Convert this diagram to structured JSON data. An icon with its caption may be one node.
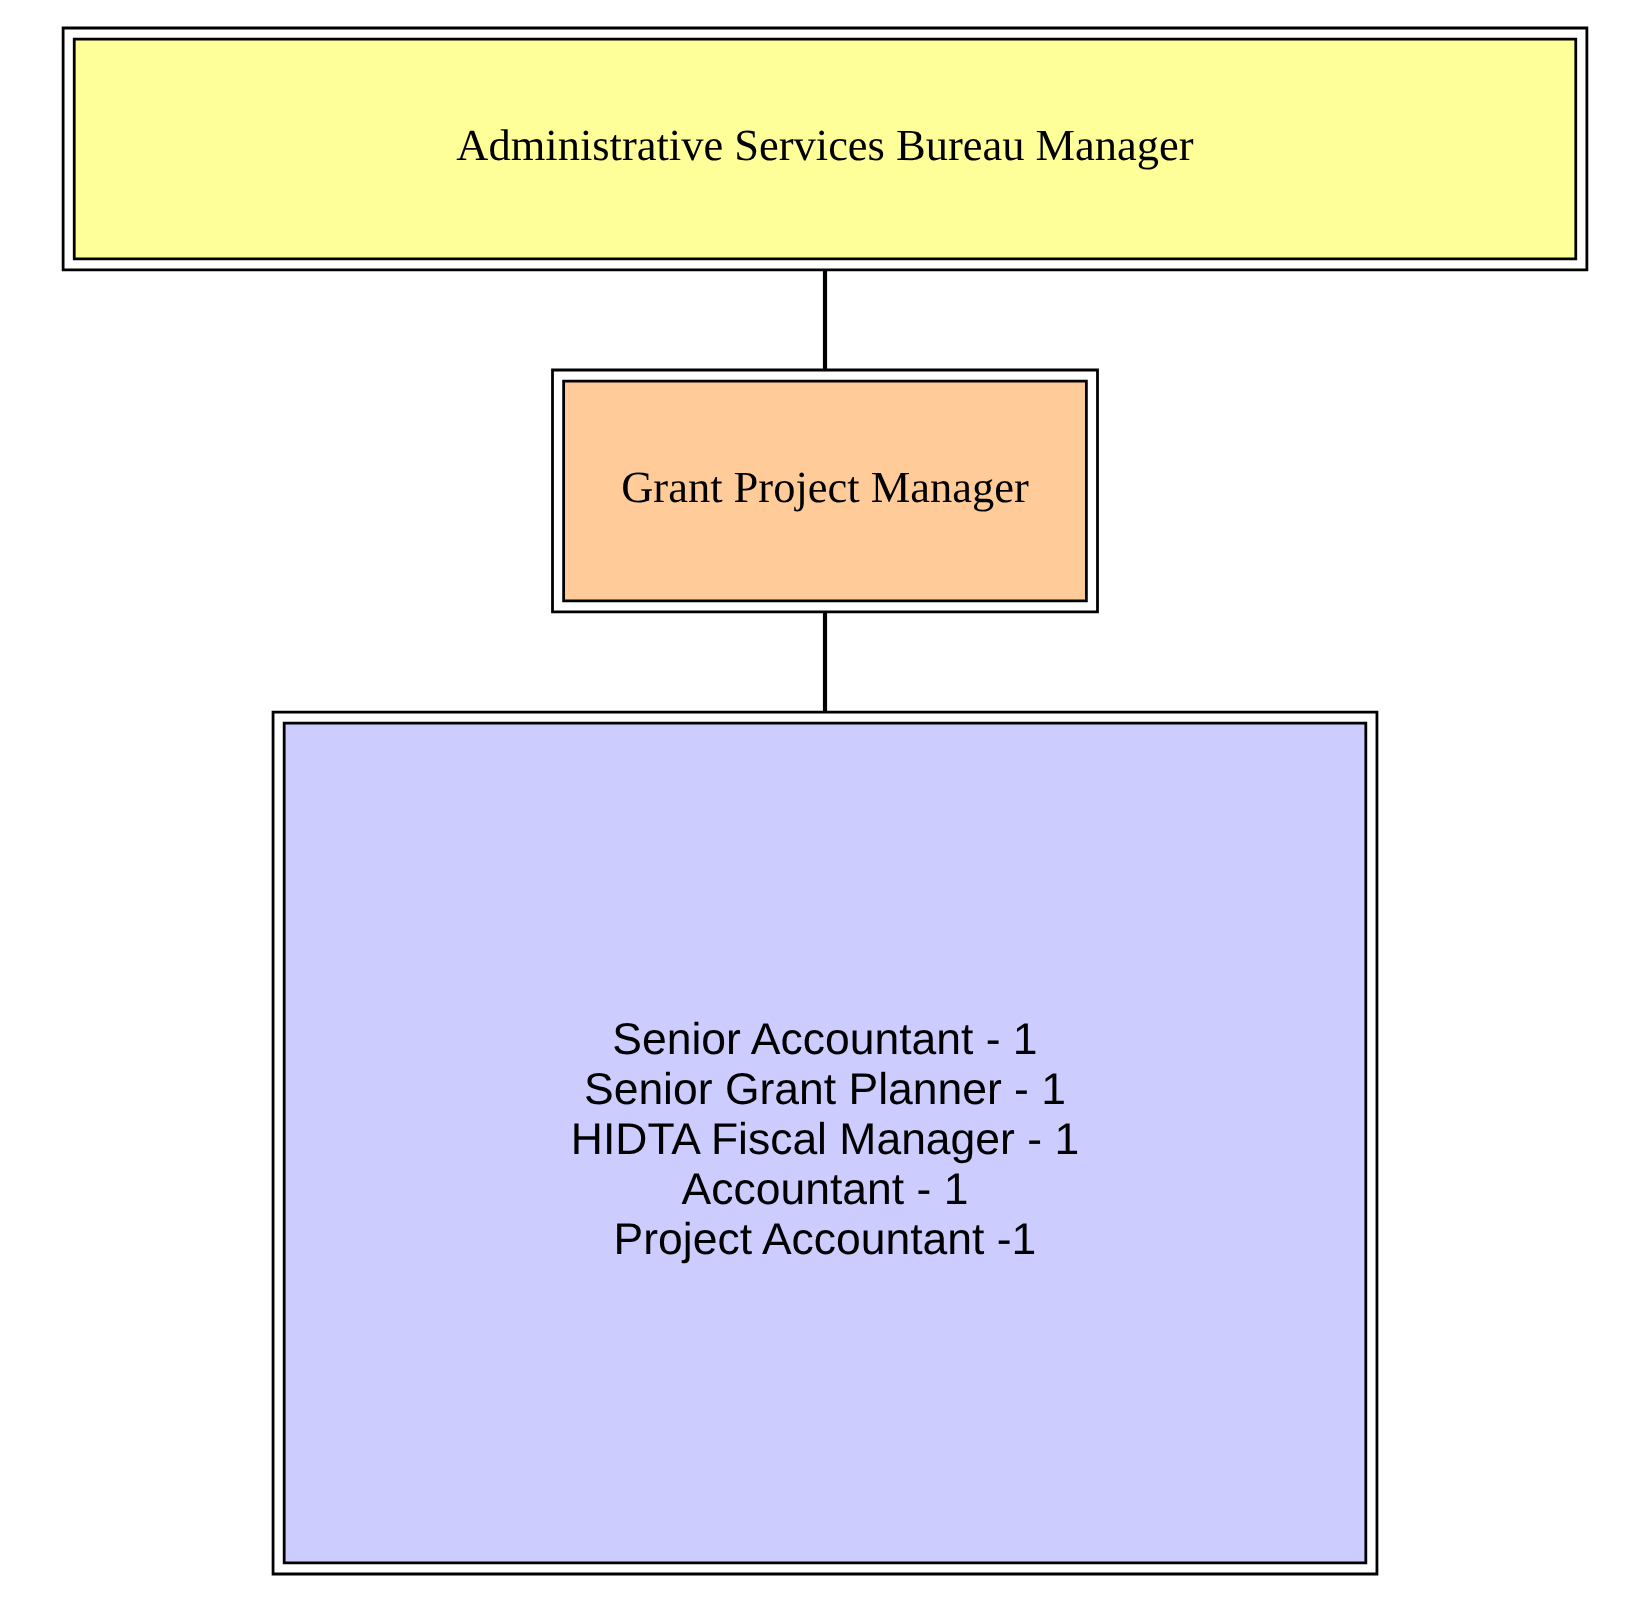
{
  "diagram": {
    "nodes": [
      {
        "text": [
          "Administrative Services Bureau Manager"
        ]
      },
      {
        "text": [
          "Grant Project Manager"
        ]
      },
      {
        "text": [
          "Senior Accountant - 1",
          "Senior Grant Planner - 1",
          "HIDTA Fiscal Manager - 1",
          "Accountant - 1",
          "Project Accountant -1"
        ]
      }
    ],
    "edges": [
      {
        "from": 0,
        "to": 1,
        "arrow": "none"
      },
      {
        "from": 1,
        "to": 2,
        "arrow": "none"
      }
    ]
  }
}
